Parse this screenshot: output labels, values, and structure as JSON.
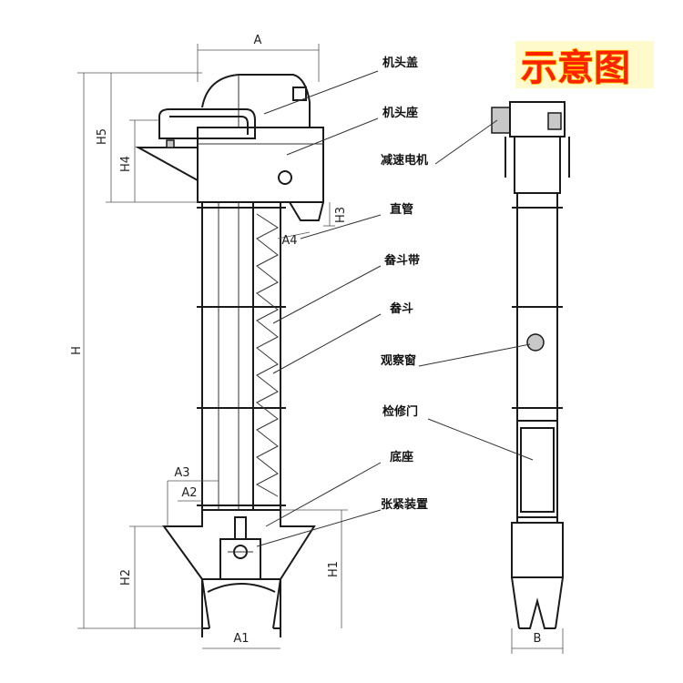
{
  "title": "示意图",
  "labels": {
    "head_cover": "机头盖",
    "head_seat": "机头座",
    "motor": "减速电机",
    "straight_pipe": "直管",
    "bucket_belt": "畚斗带",
    "bucket": "畚斗",
    "window": "观察窗",
    "access_door": "检修门",
    "base": "底座",
    "tensioner": "张紧装置"
  },
  "dims": {
    "A": "A",
    "H": "H",
    "H5": "H5",
    "H4": "H4",
    "H3": "H3",
    "A4": "A4",
    "A3": "A3",
    "A2": "A2",
    "H2": "H2",
    "H1": "H1",
    "A1": "A1",
    "B": "B"
  }
}
